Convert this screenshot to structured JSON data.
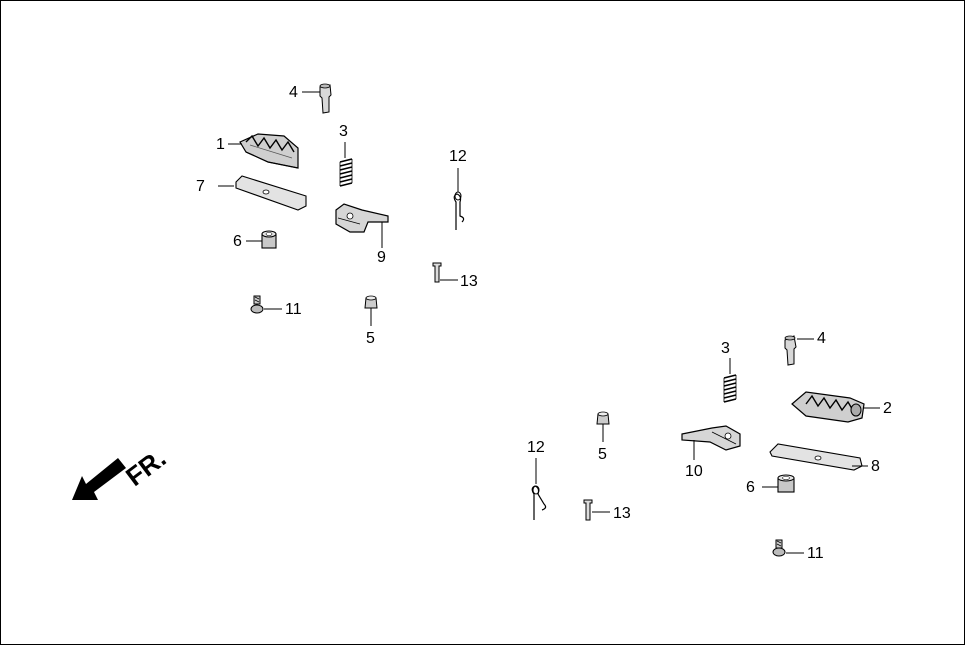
{
  "diagram": {
    "direction_label": "FR.",
    "left_group": {
      "labels": {
        "p1": "1",
        "p3": "3",
        "p4": "4",
        "p5": "5",
        "p6": "6",
        "p7": "7",
        "p9": "9",
        "p11": "11",
        "p12": "12",
        "p13": "13"
      }
    },
    "right_group": {
      "labels": {
        "p2": "2",
        "p3": "3",
        "p4": "4",
        "p5": "5",
        "p6": "6",
        "p8": "8",
        "p10": "10",
        "p11": "11",
        "p12": "12",
        "p13": "13"
      }
    }
  }
}
